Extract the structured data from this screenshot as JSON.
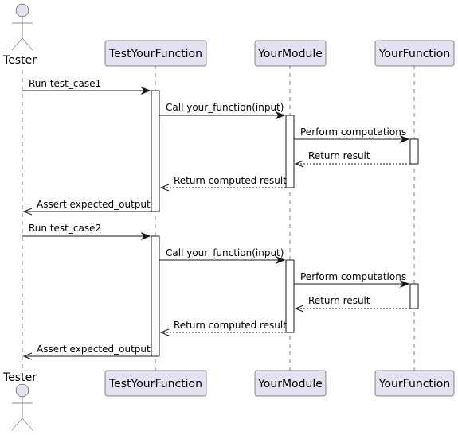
{
  "participants": {
    "tester": "Tester",
    "test_your_function": "TestYourFunction",
    "your_module": "YourModule",
    "your_function": "YourFunction"
  },
  "messages": [
    "Run test_case1",
    "Call your_function(input)",
    "Perform computations",
    "Return result",
    "Return computed result",
    "Assert expected_output",
    "Run test_case2",
    "Call your_function(input)",
    "Perform computations",
    "Return result",
    "Return computed result",
    "Assert expected_output"
  ],
  "colors": {
    "participant_fill": "#e2e2f0",
    "border": "#181818",
    "lifeline": "#7f7f7f"
  }
}
